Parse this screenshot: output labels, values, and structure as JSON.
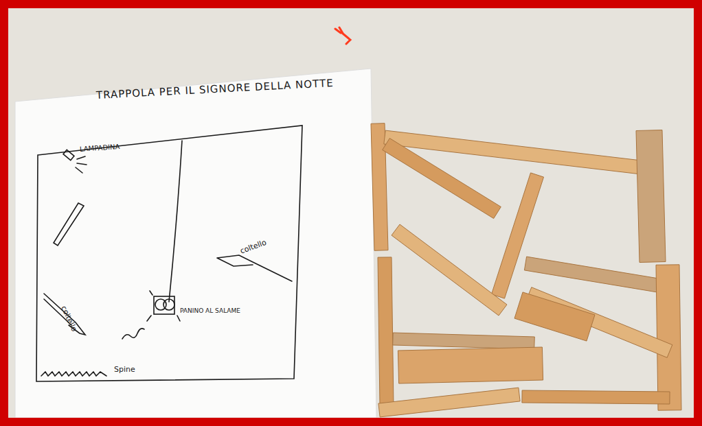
{
  "diagram": {
    "title": "TRAPPOLA PER IL SIGNORE DELLA NOTTE",
    "labels": [
      "LAMPADINA",
      "coltello",
      "coltello",
      "PANINO AL SALAME",
      "Spine"
    ]
  }
}
